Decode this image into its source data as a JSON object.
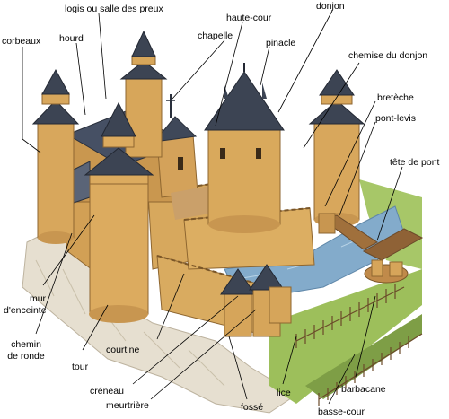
{
  "labels": {
    "corbeaux": "corbeaux",
    "hourd": "hourd",
    "logis": "logis ou salle des preux",
    "haute_cour": "haute-cour",
    "donjon": "donjon",
    "chapelle": "chapelle",
    "pinacle": "pinacle",
    "chemise_du_donjon": "chemise du donjon",
    "breteche": "bretèche",
    "pont_levis": "pont-levis",
    "tete_de_pont": "tête de pont",
    "mur_d_enceinte_1": "mur",
    "mur_d_enceinte_2": "d'enceinte",
    "chemin_de_ronde_1": "chemin",
    "chemin_de_ronde_2": "de ronde",
    "tour": "tour",
    "courtine": "courtine",
    "creneau": "créneau",
    "meurtriere": "meurtrière",
    "fosse": "fossé",
    "lice": "lice",
    "barbacane": "barbacane",
    "basse_cour": "basse-cour"
  },
  "colors": {
    "stone": "#d9a85a",
    "stone_shade": "#b9853c",
    "roof": "#3c4453",
    "roof_light": "#5c6678",
    "water": "#7fa7c9",
    "grass": "#9bbf5a",
    "rock": "#e4dccc",
    "leader_line": "#000000"
  }
}
